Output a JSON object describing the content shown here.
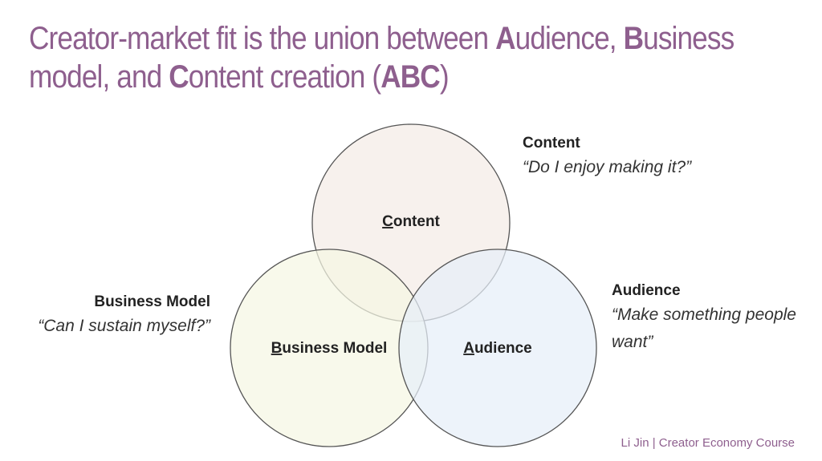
{
  "title": {
    "line1": [
      {
        "text": "Creator-market fit is the union between ",
        "bold": false
      },
      {
        "text": "A",
        "bold": true
      },
      {
        "text": "udience, ",
        "bold": false
      },
      {
        "text": "B",
        "bold": true
      },
      {
        "text": "usiness",
        "bold": false
      }
    ],
    "line2": [
      {
        "text": "model, and ",
        "bold": false
      },
      {
        "text": "C",
        "bold": true
      },
      {
        "text": "ontent creation (",
        "bold": false
      },
      {
        "text": "ABC",
        "bold": true
      },
      {
        "text": ")",
        "bold": false
      }
    ]
  },
  "circles": {
    "content": {
      "initial": "C",
      "rest": "ontent",
      "fill": "#f4ebe6",
      "stroke": "#555555"
    },
    "business": {
      "initial": "B",
      "rest": "usiness Model",
      "fill": "#f5f7e3",
      "stroke": "#555555"
    },
    "audience": {
      "initial": "A",
      "rest": "udience",
      "fill": "#e6eef8",
      "stroke": "#555555"
    }
  },
  "callouts": {
    "content": {
      "heading": "Content",
      "quote": "“Do I enjoy making it?”"
    },
    "business": {
      "heading": "Business Model",
      "quote": "“Can I sustain myself?”"
    },
    "audience": {
      "heading": "Audience",
      "quote_line1": "“Make something people",
      "quote_line2": "want”"
    }
  },
  "footer": "Li Jin | Creator Economy Course",
  "colors": {
    "title": "#8e5f8e",
    "footer": "#8e5f8e"
  }
}
